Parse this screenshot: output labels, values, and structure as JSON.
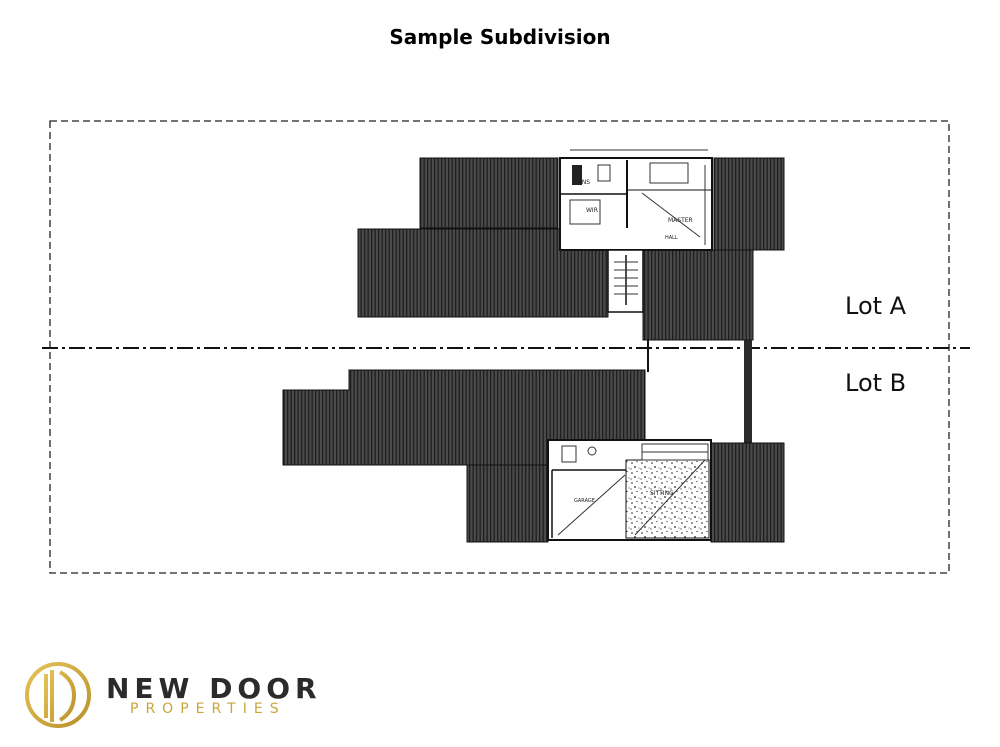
{
  "title": "Sample Subdivision",
  "lots": {
    "a_label": "Lot A",
    "b_label": "Lot B"
  },
  "plan_labels": {
    "ens": "ENS",
    "wir": "WIR",
    "master": "MASTER",
    "hall": "HALL",
    "garage": "GARAGE",
    "sitting": "SITTING"
  },
  "brand": {
    "name": "NEW DOOR",
    "sub": "PROPERTIES",
    "gold": "#c9a63c",
    "dark": "#2b2b2b"
  },
  "colors": {
    "roof": "#3a3a3a",
    "boundary": "#222222"
  }
}
